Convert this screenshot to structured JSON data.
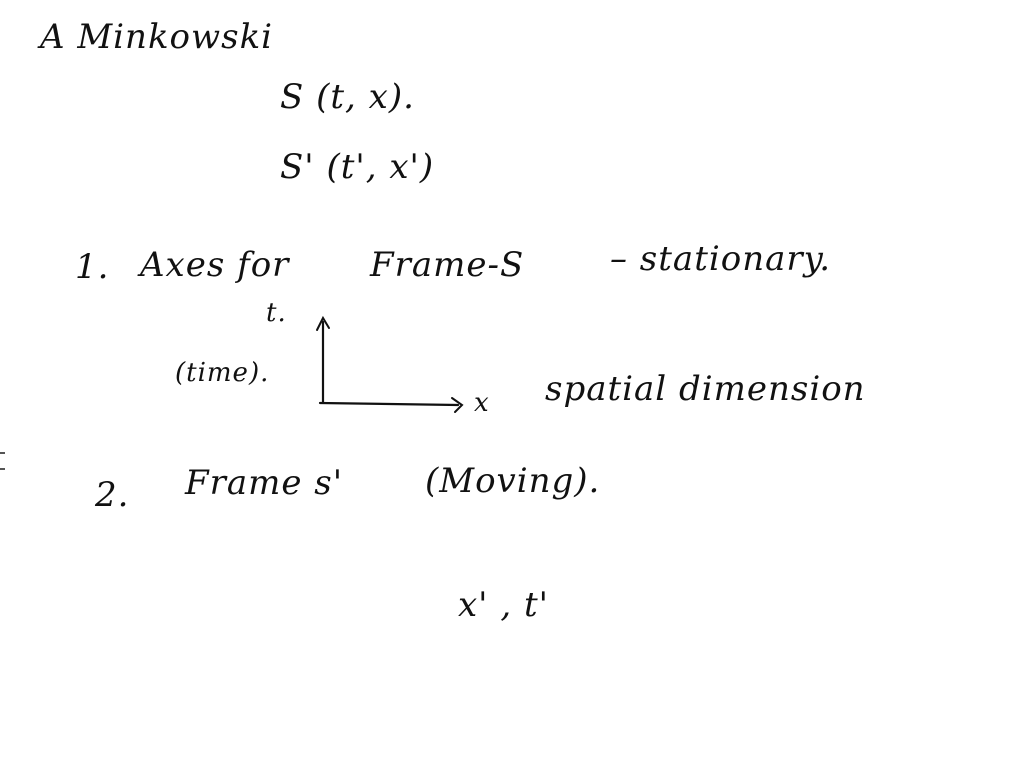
{
  "notes": {
    "title": "A Minkowski",
    "frame_s": "S (t, x).",
    "frame_s_prime": "S' (t', x')",
    "item1": {
      "number": "1.",
      "label": "Axes for",
      "frame": "Frame-S",
      "description": "– stationary."
    },
    "diagram": {
      "t_axis_label": "t.",
      "t_axis_note": "(time).",
      "x_axis_label": "x",
      "x_axis_note": "spatial dimension"
    },
    "item2": {
      "number": "2.",
      "label": "Frame s'",
      "description": "(Moving)."
    },
    "primed_coords": "x' , t'"
  },
  "colors": {
    "ink": "#111111",
    "background": "#ffffff"
  }
}
